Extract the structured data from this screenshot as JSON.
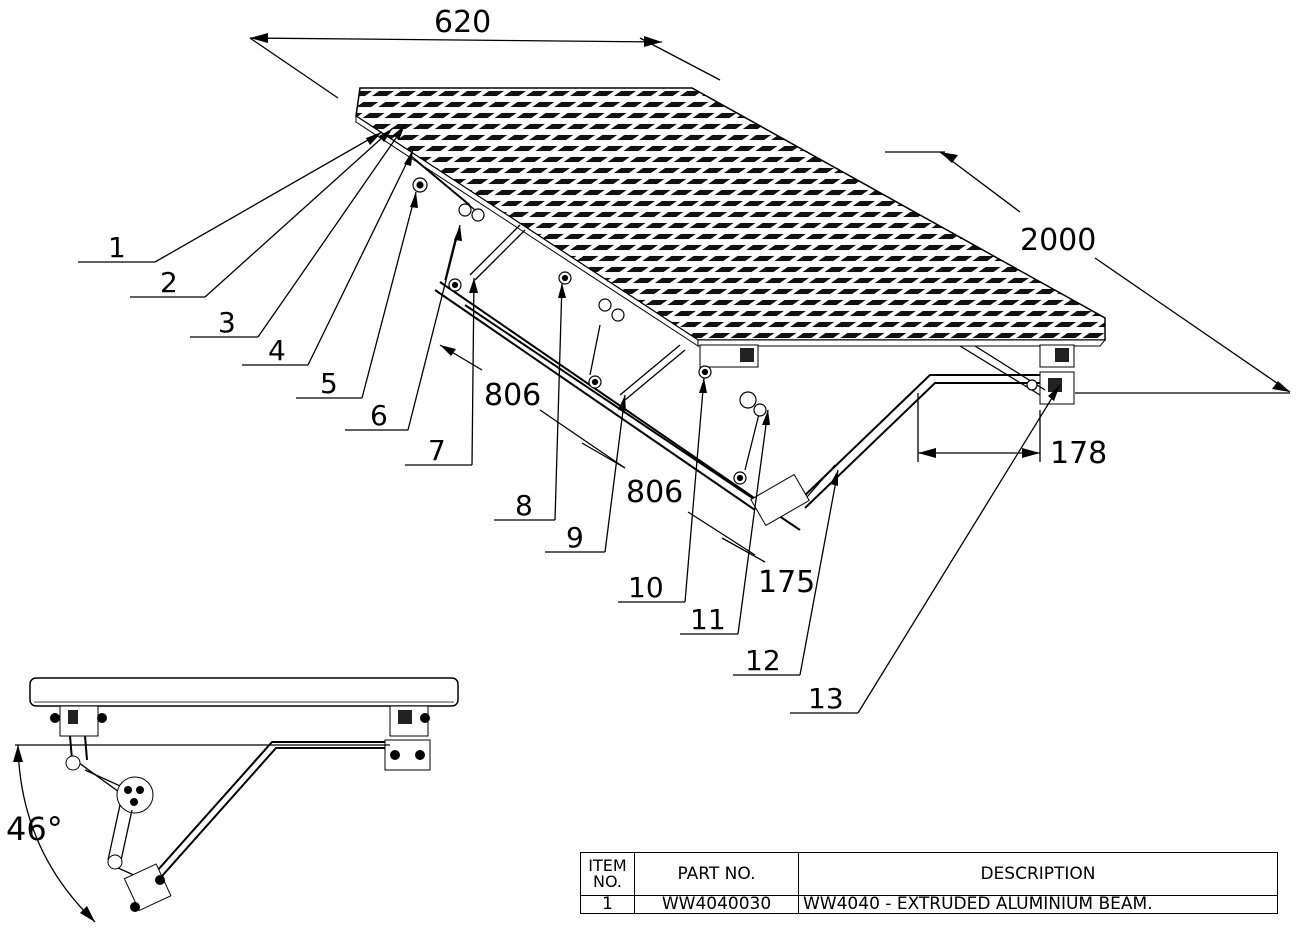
{
  "dimensions": {
    "width": "620",
    "length": "2000",
    "span_a": "806",
    "span_b": "806",
    "offset_a": "175",
    "offset_b": "178",
    "fold_angle": "46°"
  },
  "balloons": [
    "1",
    "2",
    "3",
    "4",
    "5",
    "6",
    "7",
    "8",
    "9",
    "10",
    "11",
    "12",
    "13"
  ],
  "bom": {
    "headers": {
      "item": "ITEM NO.",
      "item_line1": "ITEM",
      "item_line2": "NO.",
      "part": "PART NO.",
      "description": "DESCRIPTION"
    },
    "rows": [
      {
        "item": "1",
        "part": "WW4040030",
        "description": "WW4040 - EXTRUDED ALUMINIUM BEAM."
      }
    ]
  }
}
